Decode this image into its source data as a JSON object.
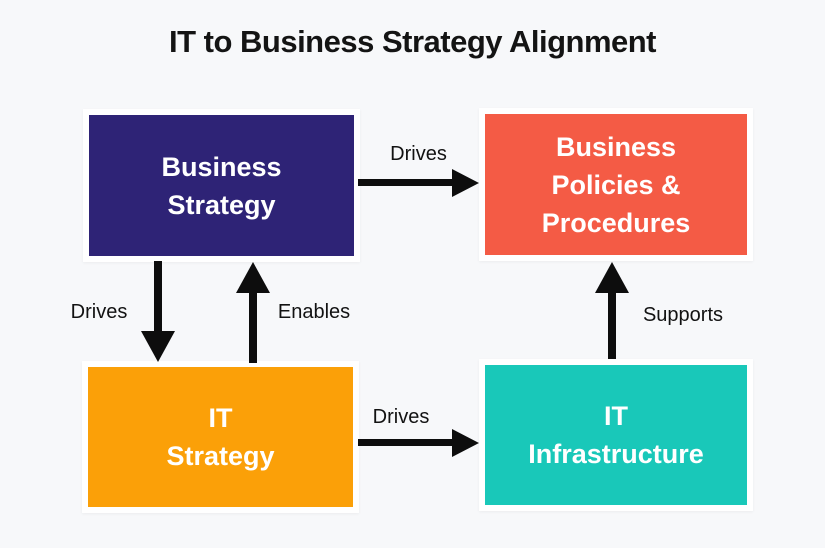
{
  "title": "IT to Business Strategy Alignment",
  "boxes": {
    "business_strategy": {
      "label": "Business\nStrategy",
      "color": "#2e2376"
    },
    "business_policies": {
      "label": "Business\nPolicies &\nProcedures",
      "color": "#f45b45"
    },
    "it_strategy": {
      "label": "IT\nStrategy",
      "color": "#fba008"
    },
    "it_infrastructure": {
      "label": "IT\nInfrastructure",
      "color": "#19c8b9"
    }
  },
  "edges": [
    {
      "from": "Business Strategy",
      "to": "Business Policies & Procedures",
      "label": "Drives",
      "direction": "right"
    },
    {
      "from": "Business Strategy",
      "to": "IT Strategy",
      "label": "Drives",
      "direction": "down"
    },
    {
      "from": "IT Strategy",
      "to": "Business Strategy",
      "label": "Enables",
      "direction": "up"
    },
    {
      "from": "IT Strategy",
      "to": "IT Infrastructure",
      "label": "Drives",
      "direction": "right"
    },
    {
      "from": "IT Infrastructure",
      "to": "Business Policies & Procedures",
      "label": "Supports",
      "direction": "up"
    }
  ],
  "colors": {
    "background": "#f7f8fa",
    "arrow": "#0d0d0d",
    "box_border": "#ffffff",
    "box_text": "#ffffff",
    "title_text": "#141414"
  }
}
